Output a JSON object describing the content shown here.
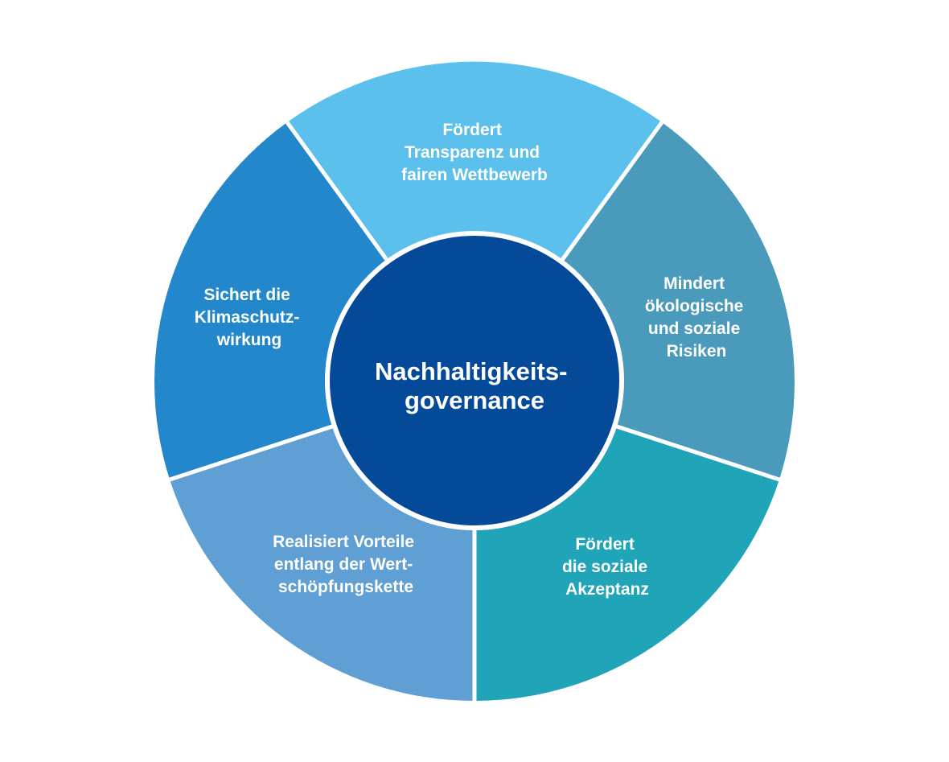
{
  "center": {
    "lines": [
      "Nachhaltigkeits-",
      "governance"
    ],
    "color": "#054A98"
  },
  "segments": [
    {
      "id": "transparency",
      "lines": [
        "Fördert",
        "Transparenz und",
        "fairen Wettbewerb"
      ],
      "color": "#5BC0EB"
    },
    {
      "id": "risks",
      "lines": [
        "Mindert",
        "ökologische",
        "und soziale",
        "Risiken"
      ],
      "color": "#4A9BBB"
    },
    {
      "id": "acceptance",
      "lines": [
        "Fördert",
        "die soziale",
        "Akzeptanz"
      ],
      "color": "#20A4B8"
    },
    {
      "id": "value-chain",
      "lines": [
        "Realisiert Vorteile",
        "entlang der Wert-",
        "schöpfungskette"
      ],
      "color": "#5F9FD4"
    },
    {
      "id": "climate",
      "lines": [
        "Sichert die",
        "Klimaschutz-",
        "wirkung"
      ],
      "color": "#2287CB"
    }
  ]
}
